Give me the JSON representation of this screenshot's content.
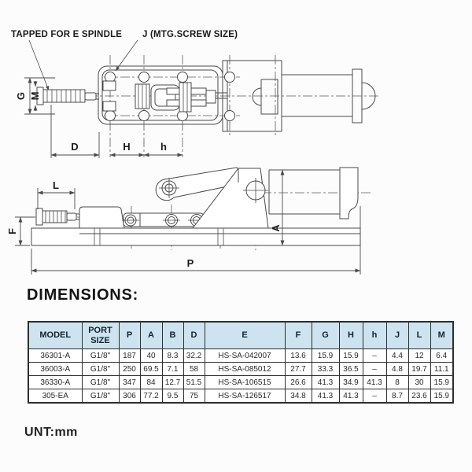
{
  "theme": {
    "header-bg": "#cde4f0",
    "line": "#4a4a4a",
    "ink": "#1b1b1b",
    "page-bg": "#fcfcfc"
  },
  "page": {
    "heading": "DIMENSIONS:",
    "unit_note": "UNT:mm"
  },
  "drawing": {
    "annotations": {
      "tapped_spindle": "TAPPED FOR E SPINDLE",
      "mtg_screw": "J (MTG.SCREW SIZE)"
    },
    "top_view": {
      "g": "G",
      "m": "M",
      "d": "D",
      "h_upper": "H",
      "h_lower": "h"
    },
    "side_view": {
      "l": "L",
      "f": "F",
      "a": "A",
      "p": "P"
    }
  },
  "table": {
    "columns": [
      "MODEL",
      "PORT SIZE",
      "P",
      "A",
      "B",
      "D",
      "E",
      "F",
      "G",
      "H",
      "h",
      "J",
      "L",
      "M"
    ],
    "rows": [
      [
        "36301-A",
        "G1/8\"",
        "187",
        "40",
        "8.3",
        "32.2",
        "HS-SA-042007",
        "13.6",
        "15.9",
        "15.9",
        "–",
        "4.4",
        "12",
        "6.4"
      ],
      [
        "36003-A",
        "G1/8\"",
        "250",
        "69.5",
        "7.1",
        "58",
        "HS-SA-085012",
        "27.7",
        "33.3",
        "36.5",
        "–",
        "4.8",
        "19.7",
        "11.1"
      ],
      [
        "36330-A",
        "G1/8\"",
        "347",
        "84",
        "12.7",
        "51.5",
        "HS-SA-106515",
        "26.6",
        "41.3",
        "34.9",
        "41.3",
        "8",
        "30",
        "15.9"
      ],
      [
        "305-EA",
        "G1/8\"",
        "306",
        "77.2",
        "9.5",
        "75",
        "HS-SA-126517",
        "34.8",
        "41.3",
        "41.3",
        "–",
        "8.7",
        "23.6",
        "15.9"
      ]
    ]
  }
}
